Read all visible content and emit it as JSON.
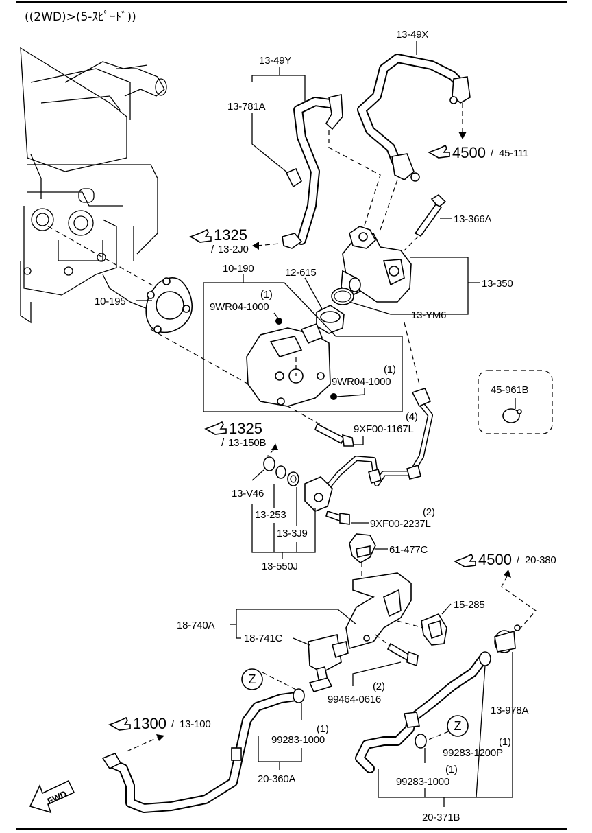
{
  "header": {
    "title": "((2WD)>(5-ｽﾋﾟｰﾄﾞ))"
  },
  "labels": {
    "p13_49x": "13-49X",
    "p13_49y": "13-49Y",
    "p13_781a": "13-781A",
    "p13_366a": "13-366A",
    "p13_350": "13-350",
    "p13_ym6": "13-YM6",
    "p10_190": "10-190",
    "p12_615": "12-615",
    "p10_195": "10-195",
    "p9wr04_a_qty": "(1)",
    "p9wr04_a": "9WR04-1000",
    "p9wr04_b_qty": "(1)",
    "p9wr04_b": "9WR04-1000",
    "p9xf00_1167l_qty": "(4)",
    "p9xf00_1167l": "9XF00-1167L",
    "p45_961b": "45-961B",
    "p13_v46": "13-V46",
    "p13_253": "13-253",
    "p13_3j9": "13-3J9",
    "p13_550j": "13-550J",
    "p9xf00_2237l_qty": "(2)",
    "p9xf00_2237l": "9XF00-2237L",
    "p61_477c": "61-477C",
    "p15_285": "15-285",
    "p18_740a": "18-740A",
    "p18_741c": "18-741C",
    "p99464_qty": "(2)",
    "p99464": "99464-0616",
    "p99283_1000_a_qty": "(1)",
    "p99283_1000_a": "99283-1000",
    "p20_360a": "20-360A",
    "p13_978a": "13-978A",
    "p99283_1200p_qty": "(1)",
    "p99283_1200p": "99283-1200P",
    "p99283_1000_b_qty": "(1)",
    "p99283_1000_b": "99283-1000",
    "p20_371b": "20-371B",
    "fwd": "FWD",
    "z1": "Z",
    "z2": "Z"
  },
  "references": {
    "r4500_a_main": "4500",
    "r4500_a_sub": "45-111",
    "r1325_a_main": "1325",
    "r1325_a_sub": "13-2J0",
    "r1325_b_main": "1325",
    "r1325_b_sub": "13-150B",
    "r4500_b_main": "4500",
    "r4500_b_sub": "20-380",
    "r1300_main": "1300",
    "r1300_sub": "13-100"
  }
}
